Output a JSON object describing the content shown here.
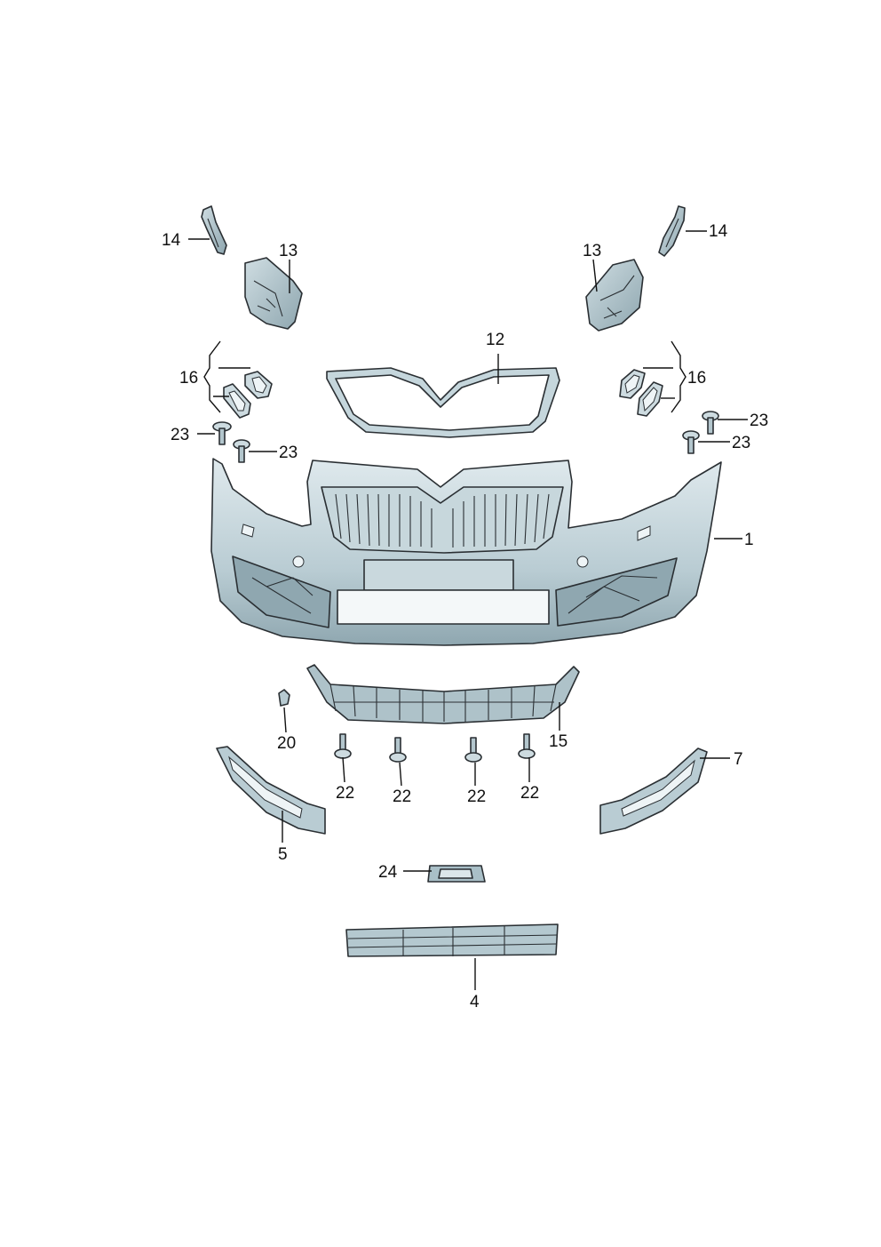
{
  "colors": {
    "part_light": "#d4e2e7",
    "part_mid": "#a9c0c8",
    "part_dark": "#7e97a1",
    "outline": "#2a2f33"
  },
  "callouts": [
    {
      "id": "c14-left",
      "text": "14"
    },
    {
      "id": "c14-right",
      "text": "14"
    },
    {
      "id": "c13-left",
      "text": "13"
    },
    {
      "id": "c13-right",
      "text": "13"
    },
    {
      "id": "c12",
      "text": "12"
    },
    {
      "id": "c16-left",
      "text": "16"
    },
    {
      "id": "c16-right",
      "text": "16"
    },
    {
      "id": "c23-left-a",
      "text": "23"
    },
    {
      "id": "c23-left-b",
      "text": "23"
    },
    {
      "id": "c23-right-a",
      "text": "23"
    },
    {
      "id": "c23-right-b",
      "text": "23"
    },
    {
      "id": "c1",
      "text": "1"
    },
    {
      "id": "c15",
      "text": "15"
    },
    {
      "id": "c20",
      "text": "20"
    },
    {
      "id": "c22-a",
      "text": "22"
    },
    {
      "id": "c22-b",
      "text": "22"
    },
    {
      "id": "c22-c",
      "text": "22"
    },
    {
      "id": "c22-d",
      "text": "22"
    },
    {
      "id": "c7",
      "text": "7"
    },
    {
      "id": "c5",
      "text": "5"
    },
    {
      "id": "c24",
      "text": "24"
    },
    {
      "id": "c4",
      "text": "4"
    }
  ]
}
